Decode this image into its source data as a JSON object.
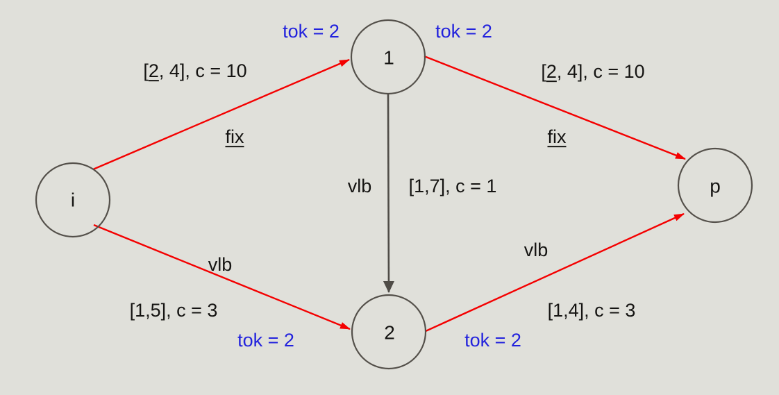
{
  "colors": {
    "background": "#e0e0da",
    "node_stroke": "#54504a",
    "edge_red": "#f40000",
    "edge_gray": "#4f4c47",
    "token_blue": "#2222dd",
    "text": "#151412"
  },
  "nodes": {
    "i": {
      "label": "i"
    },
    "n1": {
      "label": "1",
      "tok_left": "tok = 2",
      "tok_right": "tok = 2"
    },
    "n2": {
      "label": "2",
      "tok_left": "tok = 2",
      "tok_right": "tok = 2"
    },
    "p": {
      "label": "p"
    }
  },
  "edges": {
    "i_to_1": {
      "interval_open": "[",
      "lower_bound": "2",
      "interval_rest": ", 4], c = 10",
      "kind": "fix"
    },
    "n1_to_p": {
      "interval_open": "[",
      "lower_bound": "2",
      "interval_rest": ", 4], c = 10",
      "kind": "fix"
    },
    "i_to_2": {
      "kind": "vlb",
      "interval": "[1,5], c = 3"
    },
    "n2_to_p": {
      "kind": "vlb",
      "interval": "[1,4], c = 3"
    },
    "n1_to_2": {
      "kind": "vlb",
      "interval": "[1,7], c = 1"
    }
  }
}
